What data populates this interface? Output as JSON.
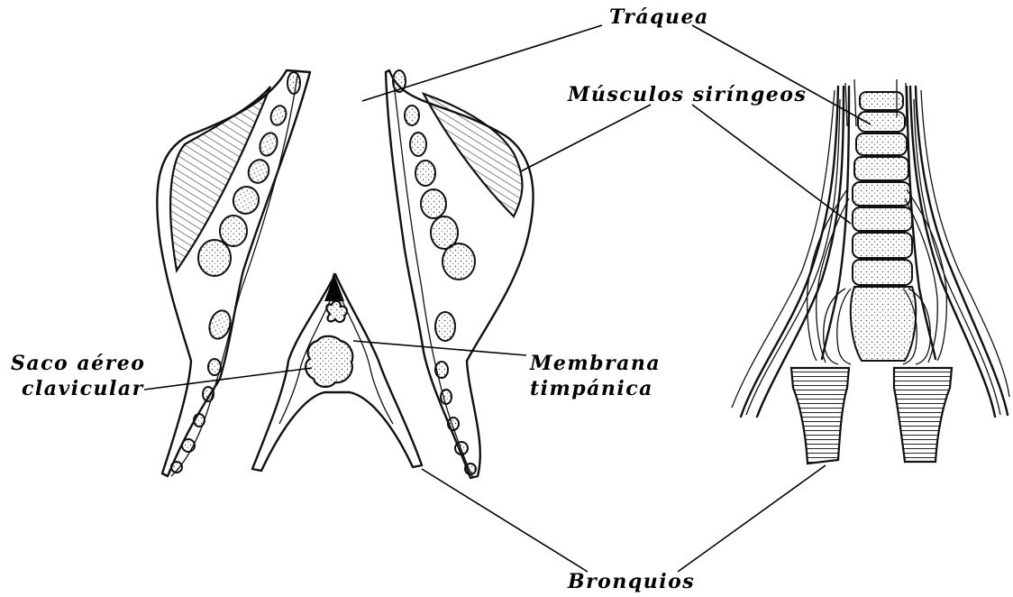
{
  "labels": {
    "traquea": "Tráquea",
    "musculos": "Músculos siríngeos",
    "saco_line1": "Saco aéreo",
    "saco_line2": "clavicular",
    "membrana_line1": "Membrana",
    "membrana_line2": "timpánica",
    "bronquios": "Bronquios"
  }
}
